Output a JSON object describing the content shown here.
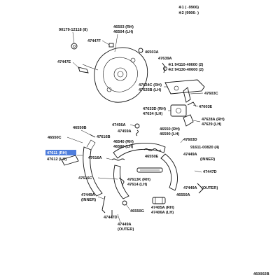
{
  "header": {
    "line1": "※1 (     -9906)",
    "line2": "※2 (9906-     )"
  },
  "labels": {
    "p90179": "90179-12118 (8)",
    "p46503": "46503 (RH)",
    "p46504": "46504 (LH)",
    "p47447F": "47447F",
    "p47447E": "47447E",
    "p46503A": "46503A",
    "p47639A": "47639A",
    "p94110": "※1 94110-40600 (2)",
    "p94130": "※2 94130-40600 (2)",
    "p47624C": "47624C (RH)",
    "p47625B": "47625B (LH)",
    "p47603C": "47603C",
    "p47603E": "47603E",
    "p47633D": "47633D (RH)",
    "p47634": "47634 (LH)",
    "p47628A": "47628A (RH)",
    "p47629": "47629 (LH)",
    "p46550B": "46550B",
    "p47456A": "47456A",
    "p47459A": "47459A",
    "p46550": "46550 (RH)",
    "p46590": "46590 (LH)",
    "p46550C": "46550C",
    "p47616B": "47616B",
    "p46540": "46540 (RH)",
    "p46580": "46580 (LH)",
    "p47603D": "47603D",
    "p91611": "91611-00820 (4)",
    "p47611": "47611 (RH)",
    "p47612": "47612 (LH)",
    "p47616A": "47616A",
    "p46550E": "46550E",
    "p47449A_inner_r": "47449A",
    "p_inner_r": "(INNER)",
    "p47447D_r": "47447D",
    "p47616C": "47616C",
    "p47613K": "47613K (RH)",
    "p47614": "47614 (LH)",
    "p47449A_outer_r": "47449A",
    "p_outer_r": "(OUTER)",
    "p46550A": "46550A",
    "p47449A_inner_l": "47449A",
    "p_inner_l": "(INNER)",
    "p47447D_l": "47447D",
    "p46550G": "46550G",
    "p47405A": "47405A (RH)",
    "p47406A": "47406A (LH)",
    "p47449A_outer_l": "47449A",
    "p_outer_l": "(OUTER)"
  },
  "footer": {
    "code": "460002B"
  },
  "highlight": {
    "color": "#3b6fd8",
    "part": "47611 (RH)"
  }
}
